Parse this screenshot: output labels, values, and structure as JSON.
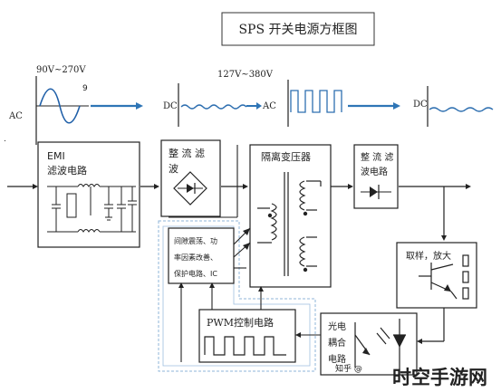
{
  "title": "SPS 开关电源方框图",
  "waveforms": {
    "input_range": "90V~270V",
    "input_ac": "AC",
    "input_marker": "9",
    "rectified_dc": "DC",
    "hv_range": "127V~380V",
    "hv_dc": "DC",
    "switched_ac": "AC",
    "output_dc": "DC"
  },
  "blocks": {
    "emi_title": "EMI",
    "emi_sub": "滤波电路",
    "rect1_line1": "整 流 滤",
    "rect1_line2": "波",
    "transformer": "隔离变压器",
    "rect2_line1": "整 流 滤",
    "rect2_line2": "波电路",
    "protect_lines": [
      "间隙震荡、功",
      "率因素改善、",
      "保护电路、IC"
    ],
    "pwm": "PWM控制电路",
    "sample": "取样，放大",
    "opto_lines": [
      "光电",
      "耦合",
      "电路"
    ]
  },
  "watermarks": {
    "zhihu": "知乎 @",
    "brand": "时空手游网"
  },
  "colors": {
    "line": "#222222",
    "arrow_blue": "#2e75b6",
    "wave_blue": "#2e6fb0",
    "dashed_blue": "#8fb4d8",
    "brand_text": "#111111"
  }
}
